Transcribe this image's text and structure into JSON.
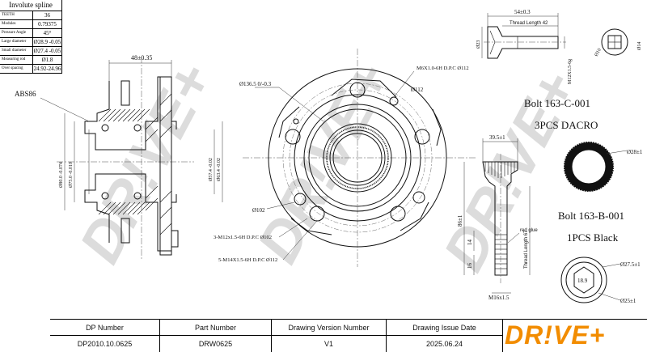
{
  "spline_table": {
    "title": "Involute spline",
    "rows": [
      {
        "key": "TEETH",
        "value": "36"
      },
      {
        "key": "Modules",
        "value": "0.79375"
      },
      {
        "key": "Pressure Angle",
        "value": "45°"
      },
      {
        "key": "Large diameter",
        "value": "Ø28.9 -0.05"
      },
      {
        "key": "Small diameter",
        "value": "Ø27.4 -0.05"
      },
      {
        "key": "Measuring rod",
        "value": "Ø1.8"
      },
      {
        "key": "Over spacing",
        "value": "24.92-24.96"
      }
    ]
  },
  "side_view": {
    "width_dim": "48±0.35",
    "abs_label": "ABS86",
    "dia_outer": "Ø80.0 -0.074",
    "dia_inner": "Ø75.0 -0.010",
    "bore_1": "Ø57.4 -0.02",
    "bore_2": "Ø63.4 -0.02"
  },
  "front_view": {
    "hub_dia": "Ø136.5 0/-0.3",
    "m6": "M6X1.0-6H D.P.C Ø112",
    "pcd_112": "Ø112",
    "pcd_102": "Ø102",
    "m12": "3-M12x1.5-6H D.P.C Ø102",
    "m14": "5-M14X1.5-6H D.P.C Ø112"
  },
  "bolt_c": {
    "length": "54±0.3",
    "thread_length": "Thread Length 42",
    "dia": "Ø23",
    "hex": "Ø10",
    "hex2": "Ø14",
    "thread": "M12X1.5-6g",
    "label_line1": "Bolt 163-C-001",
    "label_line2": "3PCS DACRO"
  },
  "bolt_b": {
    "head_width": "39.5±1",
    "length": "86±1",
    "thread_length": "Thread Length 67",
    "dim_14": "14",
    "dim_16": "16",
    "red_glue": "red glue",
    "thread": "M16x1.5",
    "label_line1": "Bolt 163-B-001",
    "label_line2": "1PCS Black",
    "knurl_dia": "Ø28±1",
    "dia_outer": "Ø27.5±1",
    "dia_inner": "Ø25±1",
    "star_size": "18.9"
  },
  "footer": {
    "headers": [
      "DP Number",
      "Part Number",
      "Drawing Version Number",
      "Drawing Issue Date"
    ],
    "values": [
      "DP2010.10.0625",
      "DRW0625",
      "V1",
      "2025.06.24"
    ],
    "logo": "DR!VE+"
  },
  "watermark": "DR!VE+"
}
